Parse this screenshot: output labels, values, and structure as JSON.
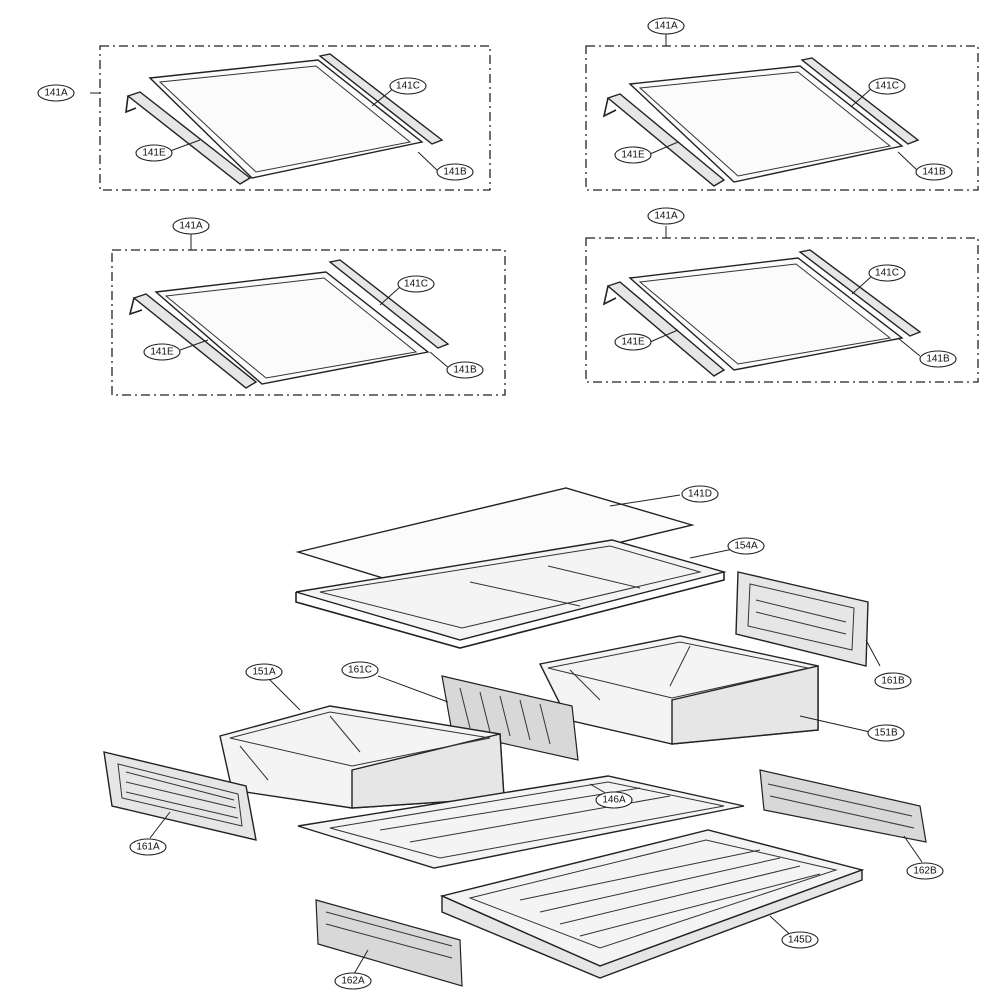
{
  "callouts": {
    "s1_141A": "141A",
    "s1_141C": "141C",
    "s1_141E": "141E",
    "s1_141B": "141B",
    "s2_141A": "141A",
    "s2_141C": "141C",
    "s2_141E": "141E",
    "s2_141B": "141B",
    "s3_141A": "141A",
    "s3_141C": "141C",
    "s3_141E": "141E",
    "s3_141B": "141B",
    "s4_141A": "141A",
    "s4_141C": "141C",
    "s4_141E": "141E",
    "s4_141B": "141B",
    "p141D": "141D",
    "p154A": "154A",
    "p161B": "161B",
    "p151B": "151B",
    "p151A": "151A",
    "p161C": "161C",
    "p146A": "146A",
    "p161A": "161A",
    "p162B": "162B",
    "p145D": "145D",
    "p162A": "162A"
  }
}
